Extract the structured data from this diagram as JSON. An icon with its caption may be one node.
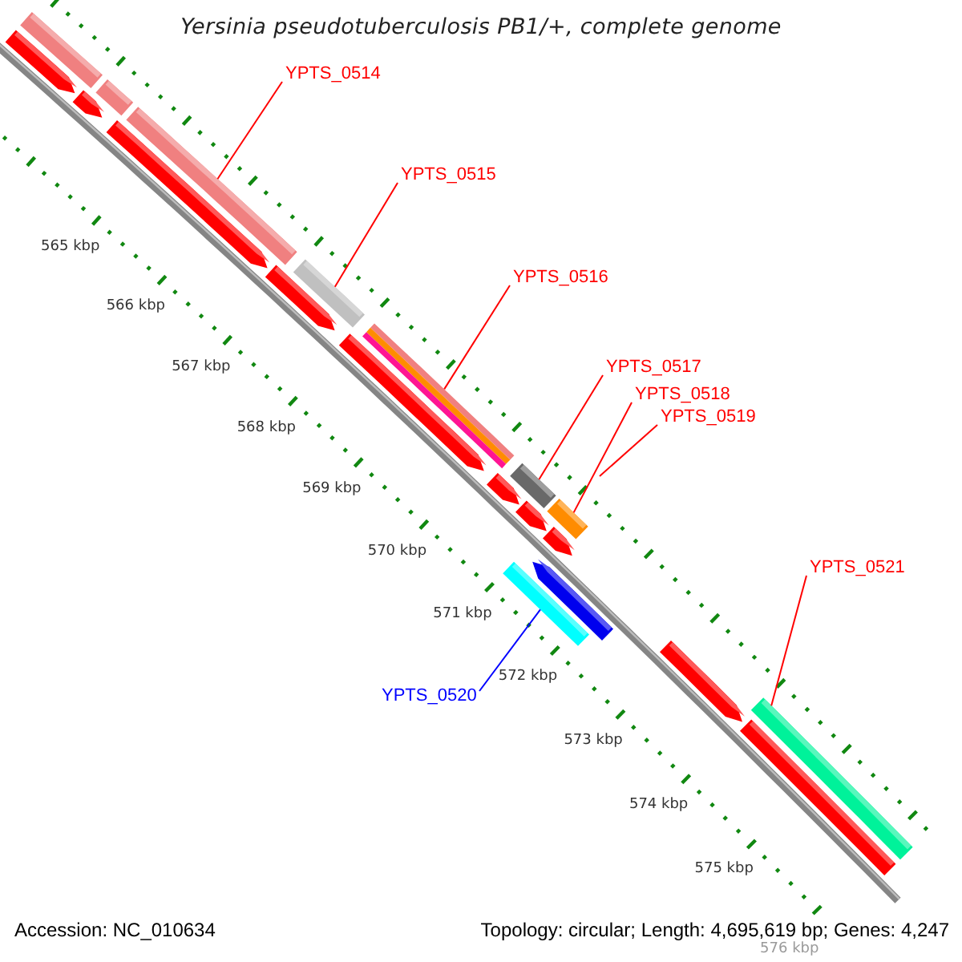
{
  "diagram": {
    "title": "Yersinia pseudotuberculosis PB1/+, complete genome",
    "nodes": [
      {
        "text": [
          "YPTS_0514"
        ]
      },
      {
        "text": [],
        "shape": "bar"
      },
      {
        "text": [
          "YPTS_0515"
        ]
      },
      {
        "text": [],
        "shape": "bar"
      },
      {
        "text": [
          "YPTS_0516"
        ]
      },
      {
        "text": [],
        "shape": "bar"
      },
      {
        "text": [
          "YPTS_0517"
        ]
      },
      {
        "text": [],
        "shape": "bar"
      },
      {
        "text": [
          "YPTS_0518"
        ]
      },
      {
        "text": [],
        "shape": "bar"
      },
      {
        "text": [
          "YPTS_0519"
        ]
      },
      {
        "text": [
          "YPTS_0521"
        ]
      },
      {
        "text": [],
        "shape": "bar"
      },
      {
        "text": [
          "YPTS_0520"
        ]
      },
      {
        "text": [],
        "shape": "bar"
      },
      {
        "text": [],
        "shape": "bar"
      },
      {
        "text": [],
        "shape": "bar"
      },
      {
        "text": [],
        "shape": "bar"
      },
      {
        "text": [],
        "shape": "bar"
      },
      {
        "text": [],
        "shape": "bar"
      },
      {
        "text": [],
        "shape": "bar"
      },
      {
        "text": [],
        "shape": "bar"
      },
      {
        "text": [],
        "shape": "bar"
      },
      {
        "text": [],
        "shape": "bar"
      },
      {
        "text": [],
        "shape": "bar"
      },
      {
        "text": [],
        "shape": "bar"
      },
      {
        "text": [],
        "shape": "bar"
      },
      {
        "text": [],
        "shape": "bar"
      }
    ],
    "edges": [
      {
        "from": 0,
        "to": 1,
        "arrow": "none"
      },
      {
        "from": 2,
        "to": 3,
        "arrow": "none"
      },
      {
        "from": 4,
        "to": 5,
        "arrow": "none"
      },
      {
        "from": 6,
        "to": 7,
        "arrow": "none"
      },
      {
        "from": 8,
        "to": 9,
        "arrow": "none"
      },
      {
        "from": 10,
        "to": null,
        "arrow": "none"
      },
      {
        "from": 11,
        "to": 12,
        "arrow": "none"
      },
      {
        "from": 13,
        "to": 14,
        "arrow": "none",
        "color": "#0000ff"
      }
    ],
    "labels": [
      "565 kbp",
      "566 kbp",
      "567 kbp",
      "568 kbp",
      "569 kbp",
      "570 kbp",
      "571 kbp",
      "572 kbp",
      "573 kbp",
      "574 kbp",
      "575 kbp",
      "576 kbp",
      "Accession: NC_010634",
      "Topology: circular; Length: 4,695,619 bp; Genes: 4,247"
    ]
  }
}
